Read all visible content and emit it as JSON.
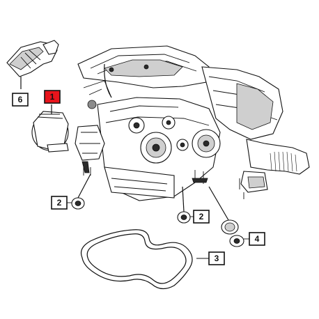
{
  "diagram": {
    "colors": {
      "highlight": "#e8141c",
      "ink": "#111111",
      "paper": "#ffffff"
    },
    "callouts": [
      {
        "id": "c1",
        "label": "1",
        "highlighted": true
      },
      {
        "id": "c2a",
        "label": "2",
        "highlighted": false
      },
      {
        "id": "c2b",
        "label": "2",
        "highlighted": false
      },
      {
        "id": "c3",
        "label": "3",
        "highlighted": false
      },
      {
        "id": "c4",
        "label": "4",
        "highlighted": false
      },
      {
        "id": "c6",
        "label": "6",
        "highlighted": false
      }
    ]
  }
}
